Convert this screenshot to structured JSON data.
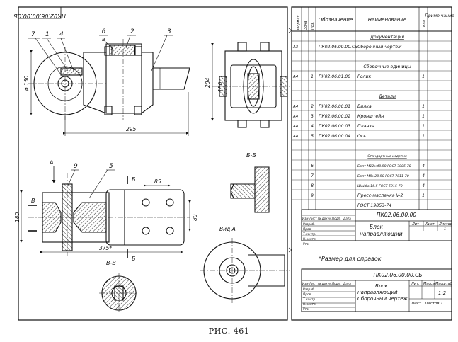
{
  "caption": "РИС. 461",
  "drawing": {
    "stamp_top": "ПК02.06.00.00.СБ",
    "section_labels": {
      "bb_title": "Б-Б",
      "vv_title": "В-В",
      "view_a_title": "Вид А",
      "arrow_a": "А",
      "cut_b": "Б",
      "cut_v": "В"
    },
    "dims": {
      "d150": "ø 150",
      "d204": "204",
      "d150b": "150",
      "d295": "295",
      "d85": "85",
      "d180": "180",
      "d80": "80",
      "d375": "375*"
    },
    "callouts": [
      "7",
      "1",
      "4",
      "б",
      "в",
      "2",
      "3",
      "9",
      "5"
    ],
    "note": "*Размер для справок"
  },
  "spec": {
    "headers": {
      "format": "Формат",
      "zone": "Зона",
      "pos": "Поз.",
      "designation": "Обозначение",
      "name": "Наименование",
      "qty": "Кол.",
      "note": "Приме-чание"
    },
    "rows": [
      {
        "fmt": "",
        "pos": "",
        "des": "",
        "name": "Документация",
        "qty": "",
        "section": true
      },
      {
        "fmt": "А3",
        "pos": "",
        "des": "ПК02.06.00.00.СБ",
        "name": "Сборочный чертеж",
        "qty": "",
        "section": false
      },
      {
        "fmt": "",
        "pos": "",
        "des": "",
        "name": "Сборочные единицы",
        "qty": "",
        "section": true
      },
      {
        "fmt": "А4",
        "pos": "1",
        "des": "ПК02.06.01.00",
        "name": "Ролик",
        "qty": "1",
        "section": false
      },
      {
        "fmt": "",
        "pos": "",
        "des": "",
        "name": "Детали",
        "qty": "",
        "section": true
      },
      {
        "fmt": "А4",
        "pos": "2",
        "des": "ПК02.06.00.01",
        "name": "Вилка",
        "qty": "1",
        "section": false
      },
      {
        "fmt": "А4",
        "pos": "3",
        "des": "ПК02.06.00.02",
        "name": "Кронштейн",
        "qty": "1",
        "section": false
      },
      {
        "fmt": "А4",
        "pos": "4",
        "des": "ПК02.06.00.03",
        "name": "Планка",
        "qty": "1",
        "section": false
      },
      {
        "fmt": "А4",
        "pos": "5",
        "des": "ПК02.06.00.04",
        "name": "Ось",
        "qty": "1",
        "section": false
      },
      {
        "fmt": "",
        "pos": "",
        "des": "",
        "name": "Стандартные изделия",
        "qty": "",
        "section": true
      },
      {
        "fmt": "",
        "pos": "6",
        "des": "",
        "name": "Болт М12×40.58 ГОСТ 7805-70",
        "qty": "4",
        "section": false
      },
      {
        "fmt": "",
        "pos": "7",
        "des": "",
        "name": "Болт М8×20.58 ГОСТ 7811-70",
        "qty": "4",
        "section": false
      },
      {
        "fmt": "",
        "pos": "8",
        "des": "",
        "name": "Шайба 16.5 ГОСТ 5915-70",
        "qty": "4",
        "section": false
      },
      {
        "fmt": "",
        "pos": "9",
        "des": "",
        "name": "Пресс-масленка V-2",
        "qty": "1",
        "section": false
      },
      {
        "fmt": "",
        "pos": "",
        "des": "",
        "name": "ГОСТ 19853-74",
        "qty": "",
        "section": false
      }
    ],
    "title_block": {
      "designation": "ПК02.06.00.00",
      "name_line1": "Блок",
      "name_line2": "направляющий",
      "cols": [
        "Изм",
        "Лист",
        "№ докум.",
        "Подп.",
        "Дата"
      ],
      "roles": [
        "Разраб.",
        "Пров.",
        "Т.контр.",
        "Н.контр.",
        "Утв."
      ],
      "lit": "Лит",
      "sheet": "Лист",
      "sheets": "Листов",
      "sheet_no": "1"
    }
  },
  "drawing_title_block": {
    "designation": "ПК02.06.00.00.СБ",
    "name_line1": "Блок",
    "name_line2": "направляющий",
    "name_line3": "Сборочный чертеж",
    "lit": "Лит.",
    "mass": "Масса",
    "scale": "Масштаб",
    "scale_value": "1:2",
    "sheet": "Лист",
    "sheets": "Листов 1",
    "cols": [
      "Изм",
      "Лист",
      "№ докум.",
      "Подп.",
      "Дата"
    ],
    "roles": [
      "Разраб.",
      "Пров.",
      "Т.контр.",
      "Н.контр.",
      "Утв."
    ]
  }
}
